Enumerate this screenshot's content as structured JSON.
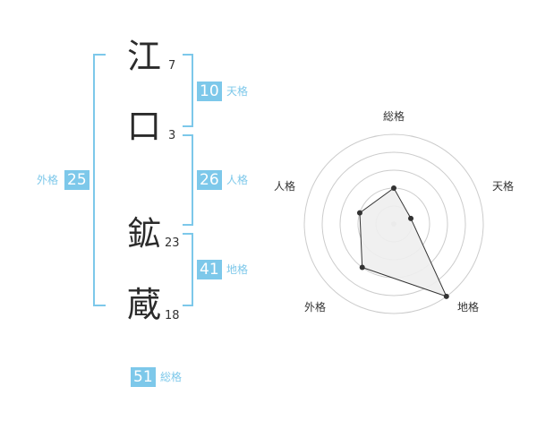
{
  "name": {
    "chars": [
      {
        "kanji": "江",
        "strokes": "7"
      },
      {
        "kanji": "口",
        "strokes": "3"
      },
      {
        "kanji": "鉱",
        "strokes": "23"
      },
      {
        "kanji": "蔵",
        "strokes": "18"
      }
    ]
  },
  "fortune": {
    "tenkaku": {
      "value": "10",
      "label": "天格"
    },
    "jinkaku": {
      "value": "26",
      "label": "人格"
    },
    "chikaku": {
      "value": "41",
      "label": "地格"
    },
    "gaikaku": {
      "value": "25",
      "label": "外格"
    },
    "soukaku": {
      "value": "51",
      "label": "総格"
    }
  },
  "colors": {
    "accent": "#7dc8ea",
    "text": "#333333",
    "radar_fill": "#eeeeee"
  },
  "chart_data": {
    "type": "radar",
    "axes": [
      "総格",
      "天格",
      "地格",
      "外格",
      "人格"
    ],
    "values": [
      2,
      1,
      5,
      3,
      2
    ],
    "max": 5,
    "grid": true
  }
}
